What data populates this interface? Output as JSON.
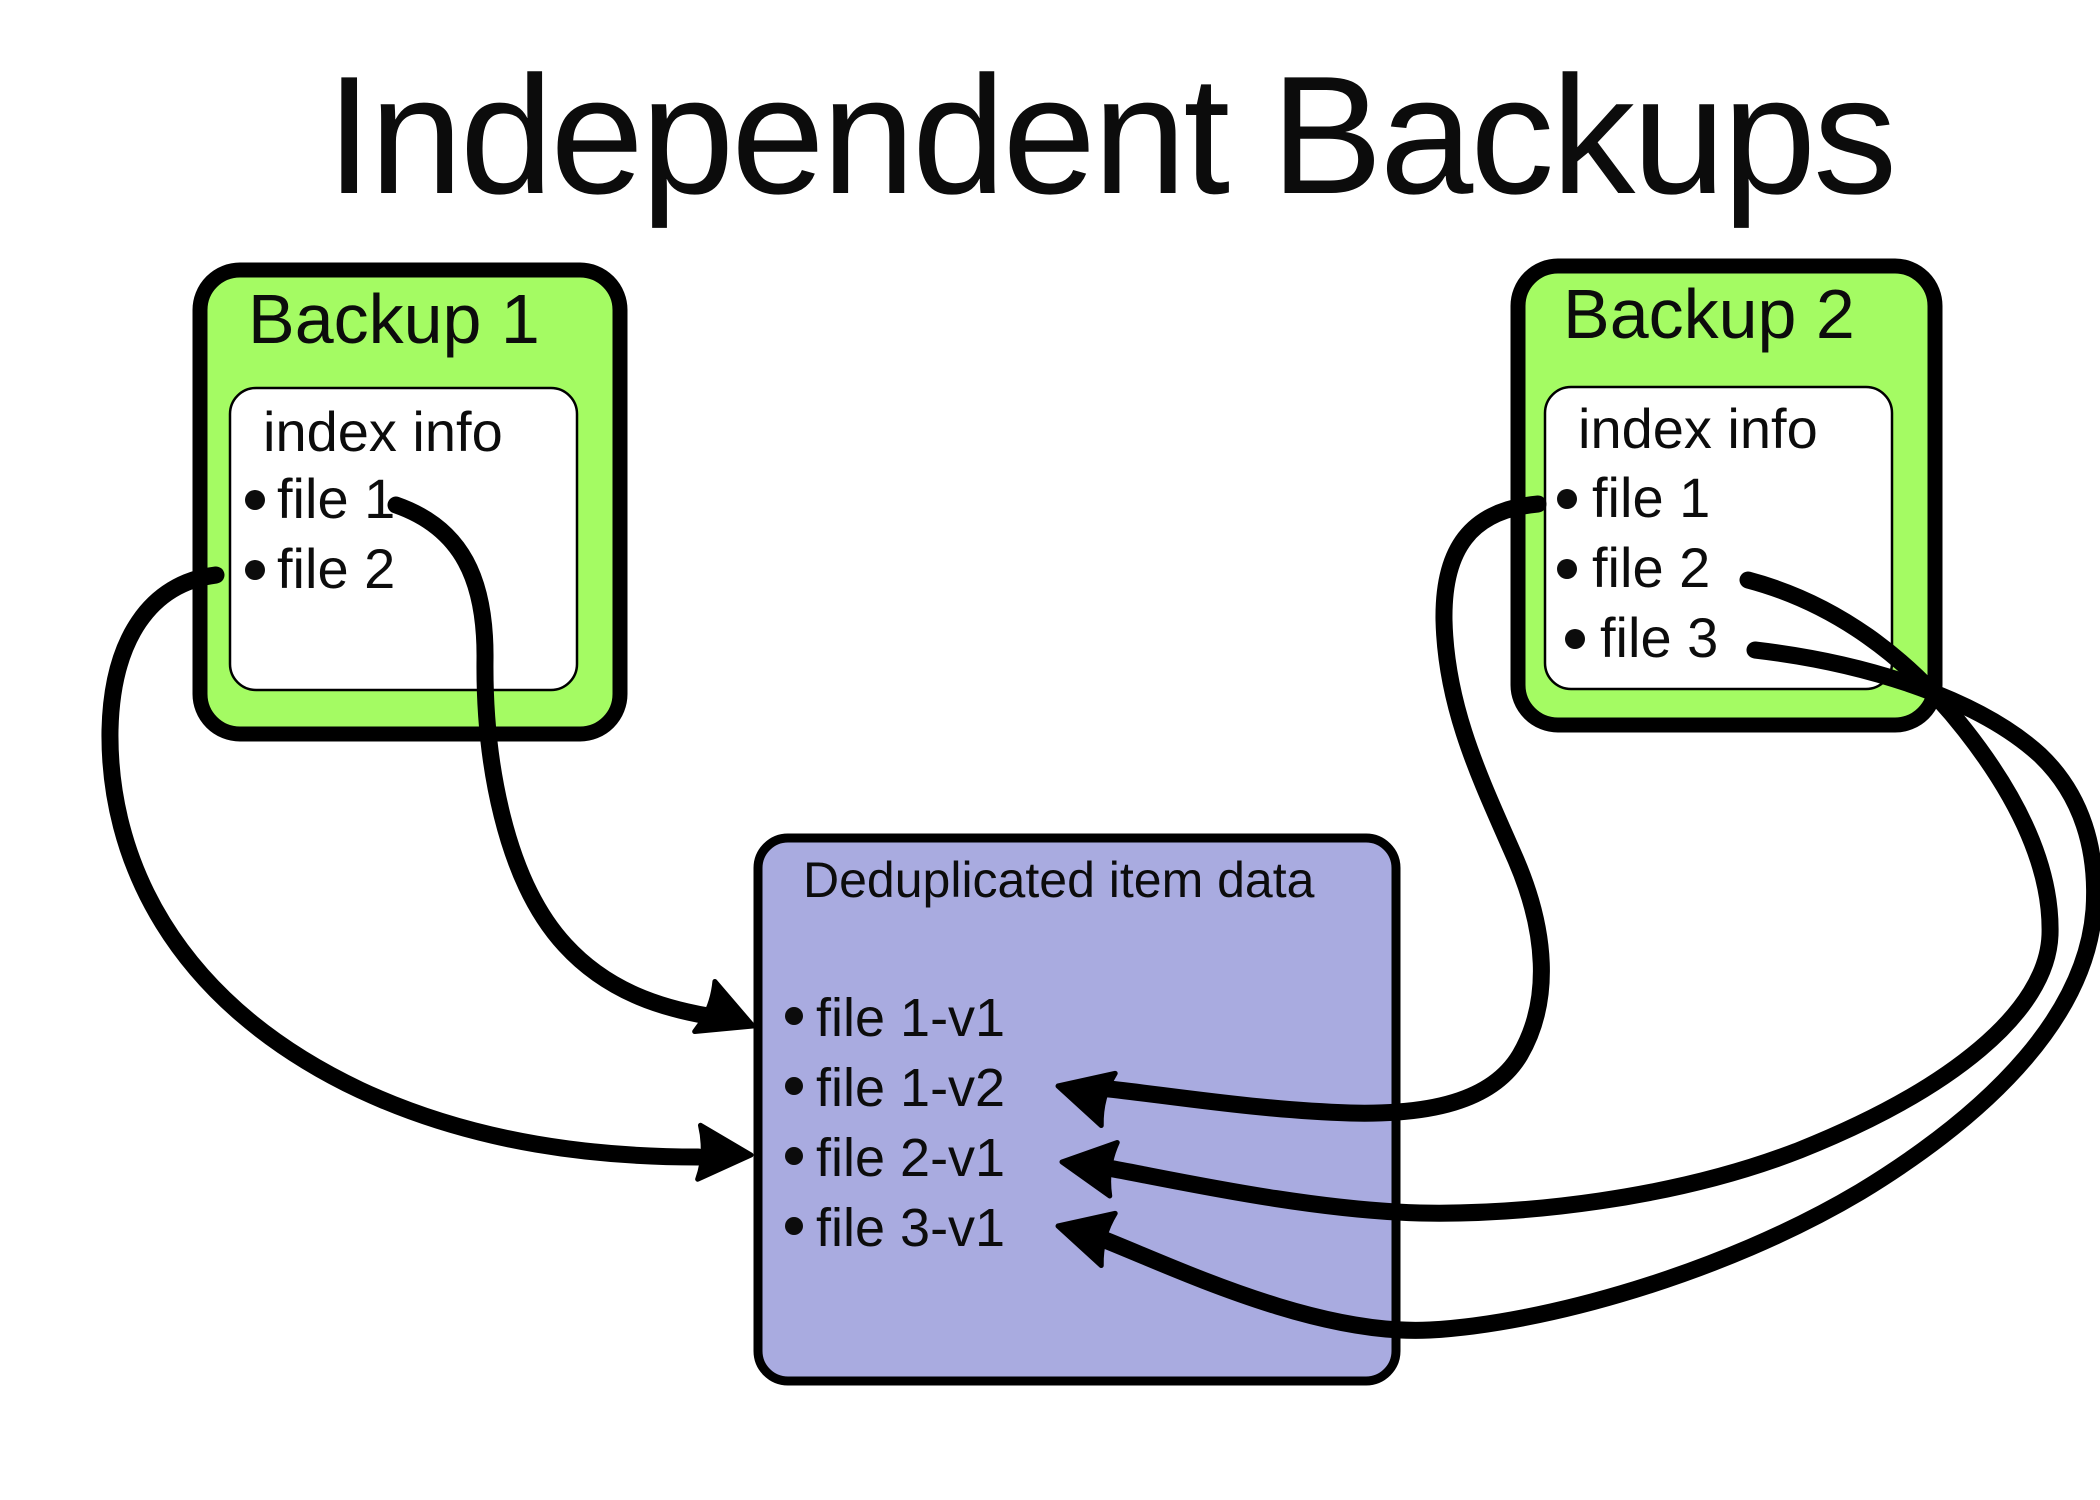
{
  "title": "Independent Backups",
  "backup1": {
    "title": "Backup 1",
    "index_label": "index info",
    "files": [
      "file 1",
      "file 2"
    ]
  },
  "backup2": {
    "title": "Backup 2",
    "index_label": "index info",
    "files": [
      "file 1",
      "file 2",
      "file 3"
    ]
  },
  "dedup": {
    "title": "Deduplicated item data",
    "items": [
      "file 1-v1",
      "file 1-v2",
      "file 2-v1",
      "file 3-v1"
    ]
  },
  "colors": {
    "backup_fill": "#a4fb63",
    "dedup_fill": "#a9abe0",
    "inner_fill": "#ffffff",
    "ink": "#000000",
    "background": "#ffffff"
  },
  "connections": [
    {
      "from_box": "Backup 1",
      "from_item": "file 1",
      "to_item": "file 1-v1"
    },
    {
      "from_box": "Backup 1",
      "from_item": "file 2",
      "to_item": "file 2-v1"
    },
    {
      "from_box": "Backup 2",
      "from_item": "file 1",
      "to_item": "file 1-v2"
    },
    {
      "from_box": "Backup 2",
      "from_item": "file 2",
      "to_item": "file 2-v1"
    },
    {
      "from_box": "Backup 2",
      "from_item": "file 3",
      "to_item": "file 3-v1"
    }
  ]
}
